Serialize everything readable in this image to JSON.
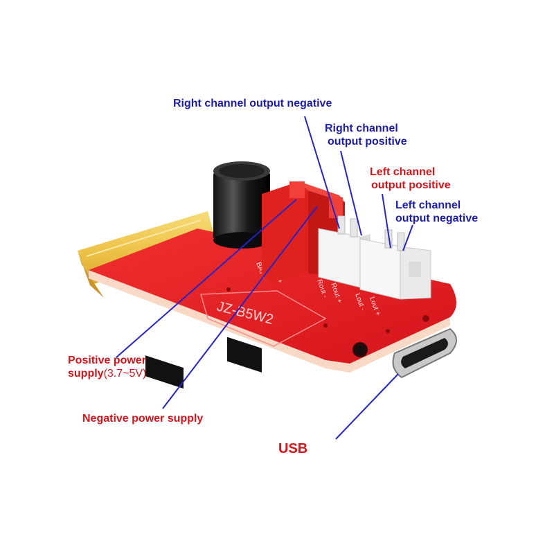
{
  "colors": {
    "label_blue": "#1c1ca6",
    "label_red": "#d4141a",
    "pcb_red": "#e11e24",
    "leader_line": "#2323c8"
  },
  "board": {
    "silkscreen_model": "JZ-B5W2",
    "pad_labels": [
      "BAT -",
      "BAT +",
      "Rout -",
      "Rout +",
      "Lout -",
      "Lout +"
    ]
  },
  "labels": {
    "right_neg": "Right channel output negative",
    "right_pos_line1": "Right channel",
    "right_pos_line2": "output positive",
    "left_pos_line1": "Left channel",
    "left_pos_line2": "output positive",
    "left_neg_line1": "Left channel",
    "left_neg_line2": "output negative",
    "pos_power_line1": "Positive power",
    "pos_power_line2": "supply",
    "pos_power_voltage": "(3.7~5V)",
    "neg_power": "Negative power supply",
    "usb": "USB"
  }
}
